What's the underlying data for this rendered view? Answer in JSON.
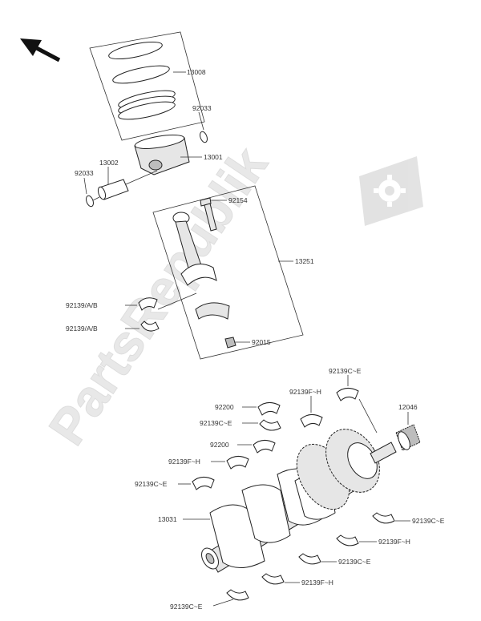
{
  "watermark": {
    "text": "PartsRepublik"
  },
  "labels": {
    "l13008": "13008",
    "l92033a": "92033",
    "l13001": "13001",
    "l13002": "13002",
    "l92033b": "92033",
    "l92154": "92154",
    "l13251": "13251",
    "l92139ab1": "92139/A/B",
    "l92139ab2": "92139/A/B",
    "l92015": "92015",
    "l92139ce_top": "92139C~E",
    "l92139fh_top": "92139F~H",
    "l12046": "12046",
    "l92200a": "92200",
    "l92139ce_a": "92139C~E",
    "l92200b": "92200",
    "l92139fh_a": "92139F~H",
    "l92139ce_b": "92139C~E",
    "l13031": "13031",
    "l92139ce_r": "92139C~E",
    "l92139fh_r": "92139F~H",
    "l92139ce_m": "92139C~E",
    "l92139fh_m": "92139F~H",
    "l92139ce_bot": "92139C~E"
  },
  "icons": {
    "direction": "arrow-up-left-icon",
    "logo": "gear-flag-logo-icon"
  }
}
